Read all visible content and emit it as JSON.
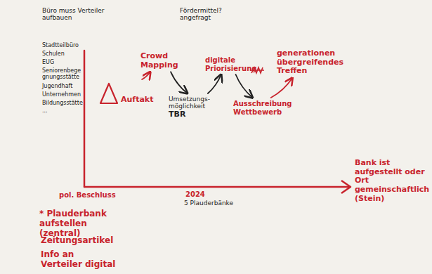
{
  "diagram": {
    "nodes": [
      {
        "text": [
          "Auftakt"
        ]
      },
      {
        "text": [
          "Crowd Mapping"
        ]
      },
      {
        "text": [
          "Umsetzungs-möglichkeit",
          "TBR"
        ]
      },
      {
        "text": [
          "digitale Priorisierung"
        ]
      },
      {
        "text": [
          "Ausschreibung Wettbewerb"
        ]
      },
      {
        "text": [
          "generationen übergreifendes Treffen"
        ]
      }
    ],
    "edges": [
      {
        "from": 0,
        "to": 1,
        "arrow": "to"
      },
      {
        "from": 1,
        "to": 2,
        "arrow": "to"
      },
      {
        "from": 2,
        "to": 3,
        "arrow": "to"
      },
      {
        "from": 3,
        "to": 4,
        "arrow": "to"
      },
      {
        "from": 4,
        "to": 5,
        "arrow": "to"
      }
    ],
    "labels": [
      "Büro muss Verteiler aufbauen",
      "Stadtteilbüro",
      "Schulen",
      "EUG",
      "Seniorenbegegnungsstätte",
      "Jugendhaft",
      "Unternehmen",
      "Bildungsstätte",
      "...",
      "Fördermittel? angefragt",
      "pol. Beschluss",
      "2024",
      "5 Plauderbänke",
      "Bank ist aufgestellt oder Ort gemeinschaftlich (Stein)",
      "* Plauderbank aufstellen (zentral)",
      "Zeitungsartikel",
      "Info an Verteiler digital"
    ]
  }
}
